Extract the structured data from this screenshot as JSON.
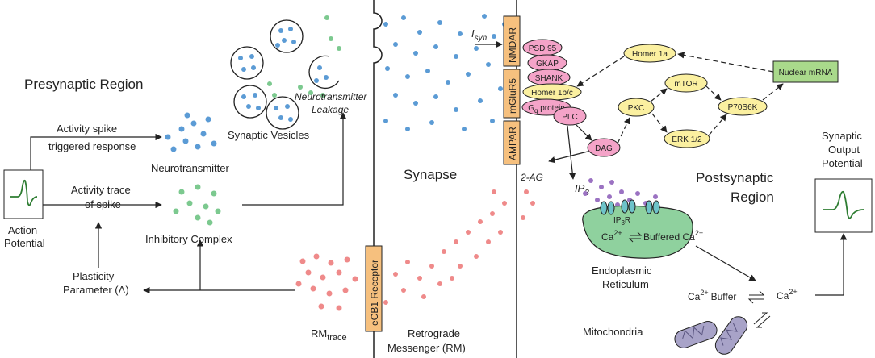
{
  "regions": {
    "presynaptic": "Presynaptic Region",
    "synapse": "Synapse",
    "postsynaptic_line1": "Postsynaptic",
    "postsynaptic_line2": "Region"
  },
  "left": {
    "action_potential_line1": "Action",
    "action_potential_line2": "Potential",
    "activity_spike_line1": "Activity spike",
    "activity_spike_line2": "triggered response",
    "activity_trace_line1": "Activity trace",
    "activity_trace_line2": "of spike",
    "neurotransmitter": "Neurotransmitter",
    "synaptic_vesicles": "Synaptic Vesicles",
    "leakage_line1": "Neurotransmitter",
    "leakage_line2": "Leakage",
    "inhibitory_complex": "Inhibitory Complex",
    "plasticity_line1": "Plasticity",
    "plasticity_line2": "Parameter (Δ)",
    "rm_trace_main": "RM",
    "rm_trace_sub": "trace",
    "retrograde_line1": "Retrograde",
    "retrograde_line2": "Messenger (RM)"
  },
  "receptors": {
    "nmdar": "NMDAR",
    "mglur5": "mGluR5",
    "ampar": "AMPAR",
    "ecb1": "eCB1 Receptor",
    "isyn_main": "I",
    "isyn_sub": "syn"
  },
  "proteins": {
    "psd95": "PSD 95",
    "gkap": "GKAP",
    "shank": "SHANK",
    "homer1bc": "Homer 1b/c",
    "gq_main": "G",
    "gq_sub": "q",
    "gq_rest": " protein",
    "plc": "PLC",
    "dag": "DAG",
    "homer1a": "Homer 1a",
    "nuclear_mrna": "Nuclear mRNA",
    "pkc": "PKC",
    "mtor": "mTOR",
    "p70s6k": "P70S6K",
    "erk": "ERK 1/2"
  },
  "post": {
    "two_ag": "2-AG",
    "ip3_main": "IP",
    "ip3_sub": "3",
    "ip3r_main": "IP",
    "ip3r_sub": "3",
    "ip3r_rest": "R",
    "ca": "Ca",
    "ca_sup": "2+",
    "buffered": "Buffered Ca",
    "er_line1": "Endoplasmic",
    "er_line2": "Reticulum",
    "ca_buffer": "Buffer",
    "mitochondria": "Mitochondria",
    "output_line1": "Synaptic",
    "output_line2": "Output",
    "output_line3": "Potential"
  },
  "colors": {
    "blue_dot": "#5b9bd5",
    "green_dot": "#7cc98f",
    "red_dot": "#ef8a8a",
    "purple_dot": "#9b72c2",
    "pink_protein": "#f4a3c8",
    "yellow_protein": "#fbf0a0",
    "receptor_orange": "#f6c07e",
    "er_green": "#8fd19e",
    "mrna_green": "#a9d98b",
    "mito_purple": "#a8a3c8",
    "signal_green": "#2e7d32"
  },
  "icons": [
    "action-potential-waveform-icon",
    "output-potential-waveform-icon",
    "ip3r-channel-icon",
    "mitochondrion-icon",
    "equilibrium-arrows-icon"
  ]
}
